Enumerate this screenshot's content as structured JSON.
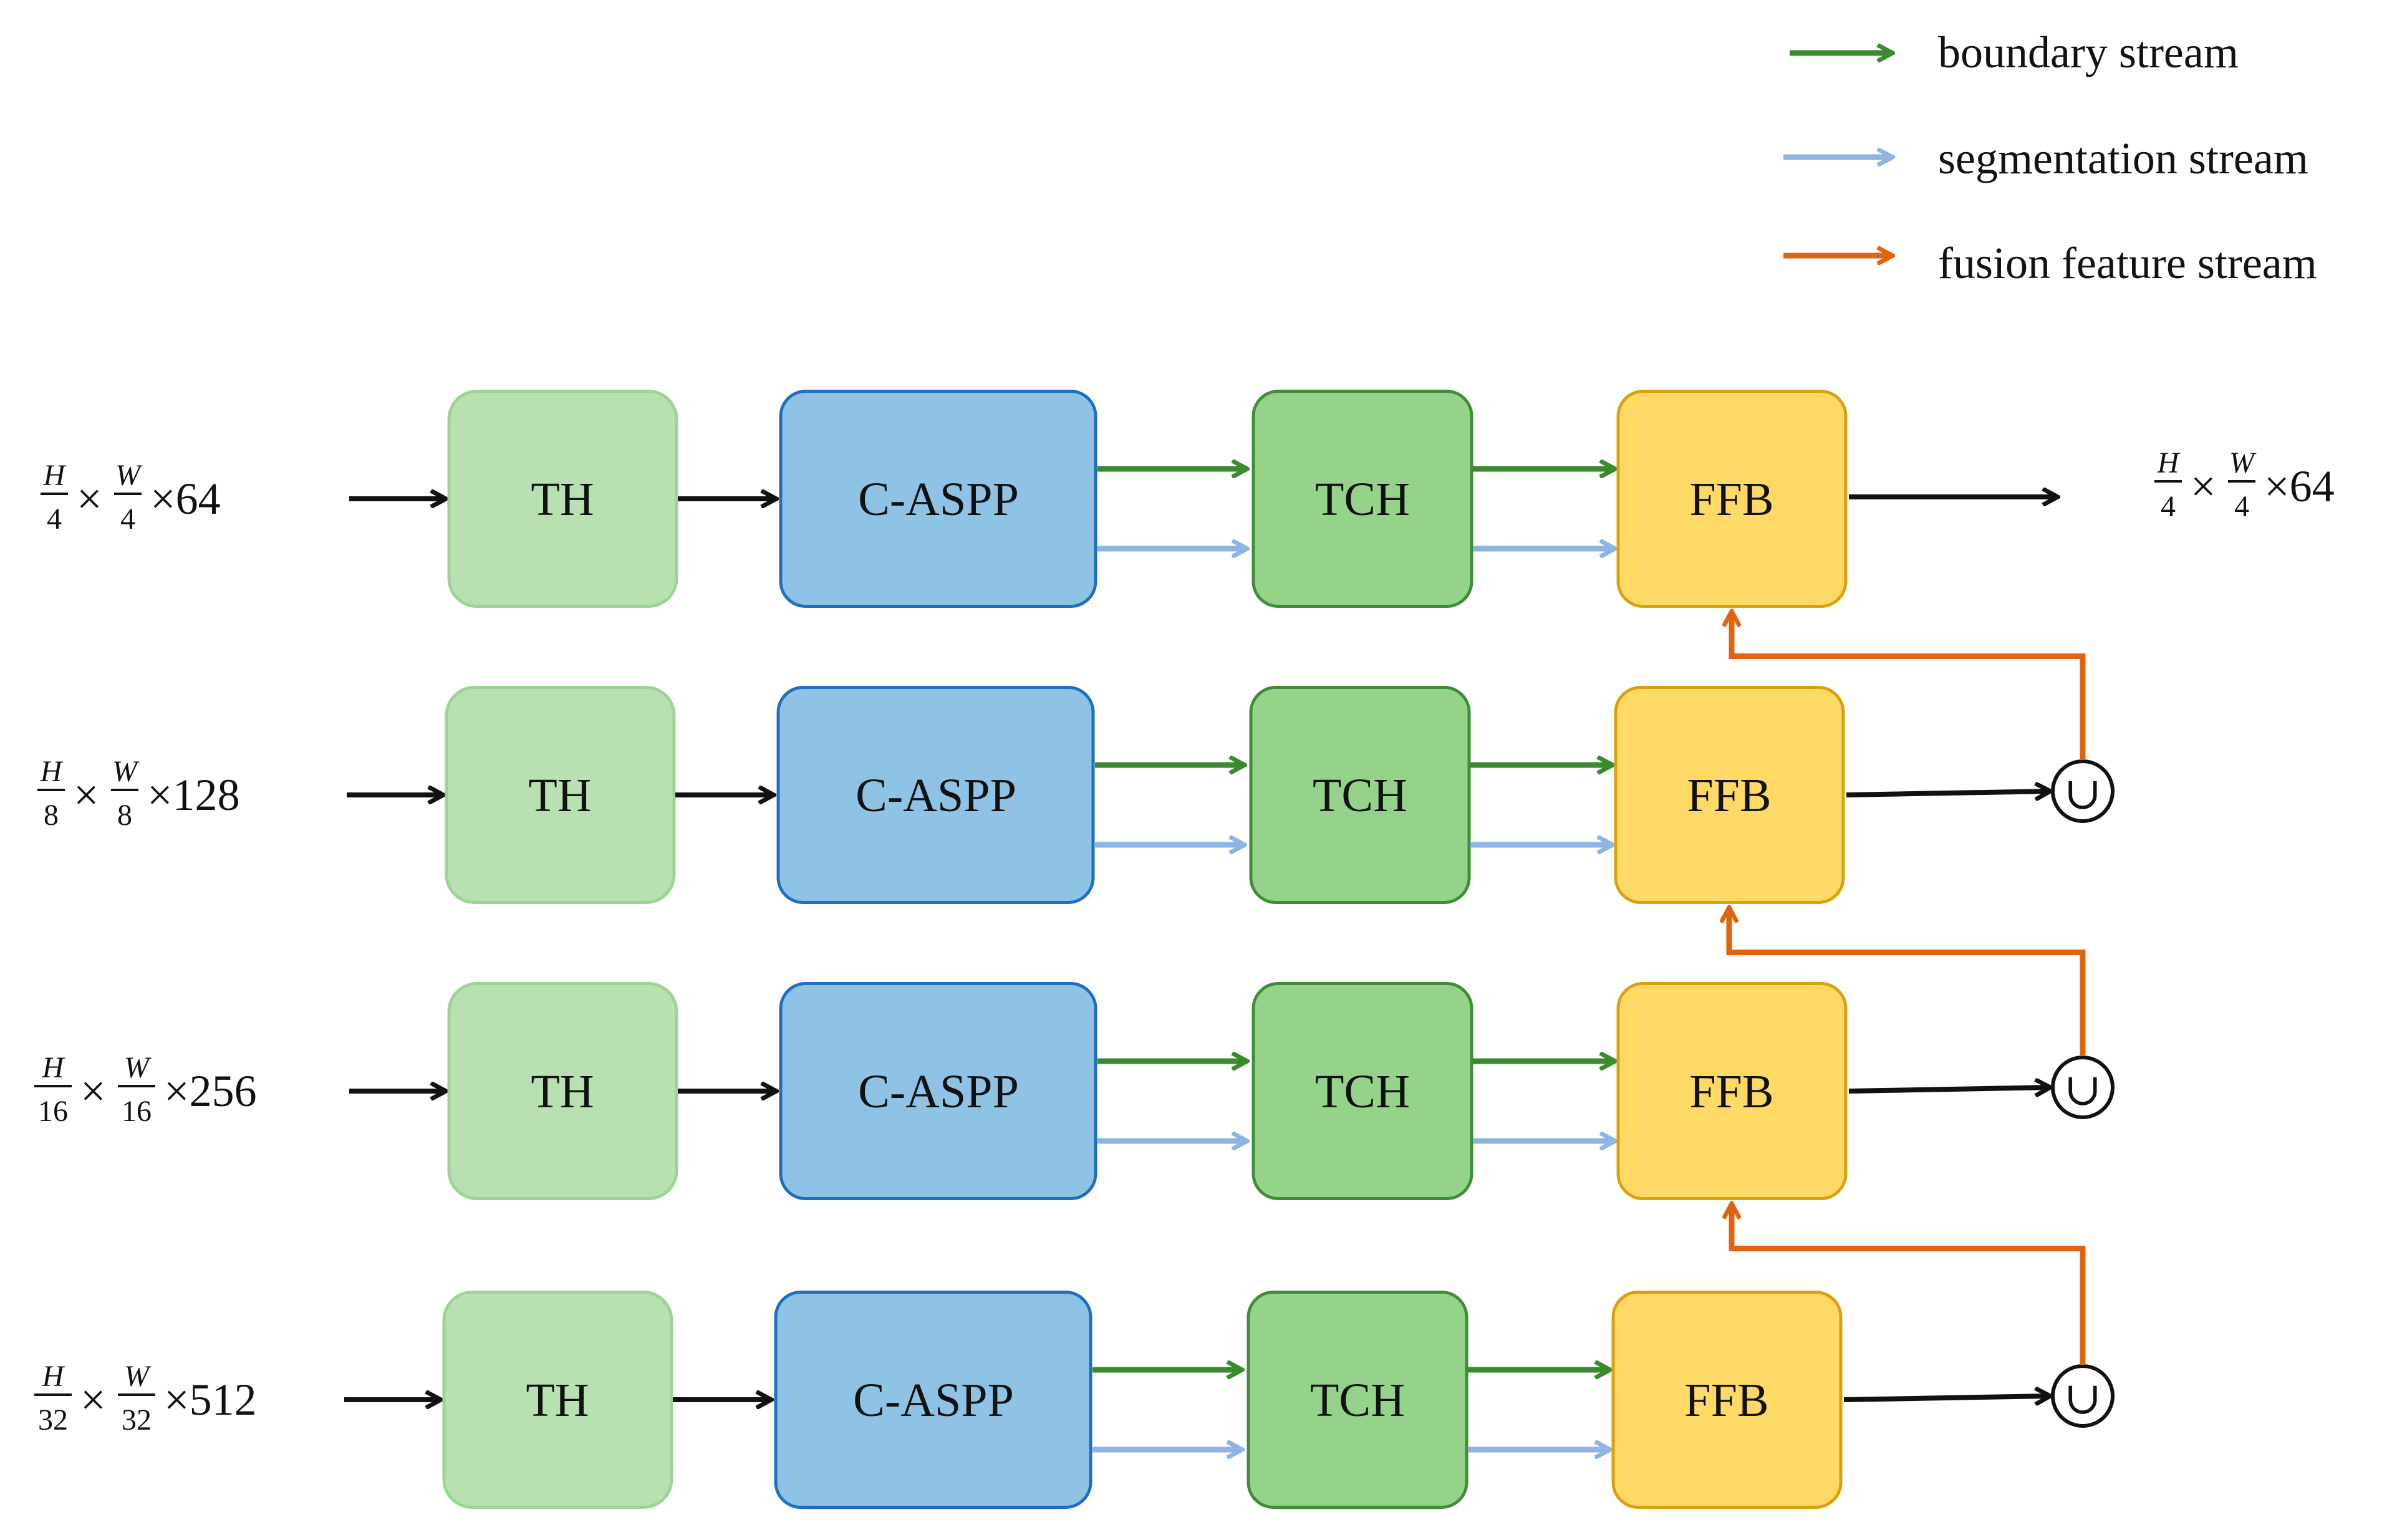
{
  "legend": {
    "boundary": "boundary stream",
    "segmentation": "segmentation stream",
    "fusion": "fusion feature stream"
  },
  "colors": {
    "boundary": "#3a8a2e",
    "segmentation": "#8db4e2",
    "fusion": "#e06410",
    "arrow": "#111111",
    "th_fill": "#b8e0b0",
    "th_stroke": "#9dd395",
    "aspp_fill": "#8ec3e6",
    "aspp_stroke": "#1f6fbf",
    "tch_fill": "#96d38a",
    "tch_stroke": "#3f8e37",
    "ffb_fill": "#ffd966",
    "ffb_stroke": "#d9a20d"
  },
  "blocks": {
    "th": "TH",
    "aspp": "C-ASPP",
    "tch": "TCH",
    "ffb": "FFB"
  },
  "rows": [
    {
      "num": "H",
      "den": "4",
      "num2": "W",
      "den2": "4",
      "channels": "64"
    },
    {
      "num": "H",
      "den": "8",
      "num2": "W",
      "den2": "8",
      "channels": "128"
    },
    {
      "num": "H",
      "den": "16",
      "num2": "W",
      "den2": "16",
      "channels": "256"
    },
    {
      "num": "H",
      "den": "32",
      "num2": "W",
      "den2": "32",
      "channels": "512"
    }
  ],
  "output": {
    "num": "H",
    "den": "4",
    "num2": "W",
    "den2": "4",
    "channels": "64"
  },
  "times": "×",
  "concat_symbol": "∪"
}
